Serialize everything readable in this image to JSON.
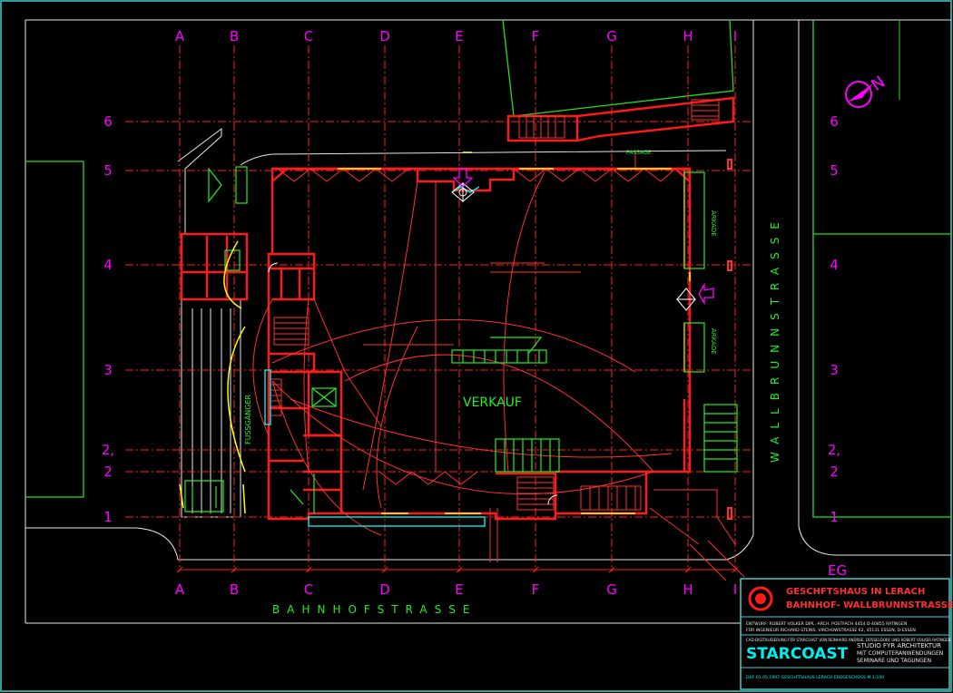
{
  "grid": {
    "columns": [
      "A",
      "B",
      "C",
      "D",
      "E",
      "F",
      "G",
      "H",
      "I"
    ],
    "rows": [
      "6",
      "5",
      "4",
      "3",
      "2,",
      "2",
      "1"
    ]
  },
  "streets": {
    "bottom": "BAHNHOFSTRASSE",
    "right": "WALLBRUNNSTRASSE"
  },
  "labels": {
    "sales_area": "VERKAUF",
    "passage": "PASSAGE",
    "arcade_top": "ARKADE",
    "arcade_bottom": "ARKADE",
    "pedestrian": "FUSSGÄNGER",
    "floor": "EG"
  },
  "title_block": {
    "title_line1": "GESCHFTSHAUS IN LERACH",
    "title_line2": "BAHNHOF- WALLBRUNNSTRASSE",
    "designer_line1": "ENTWURF: ROBERT VOLKER DIPL.-ARCH. POSTFACH 4454 D-40855 RATINGEN",
    "designer_line2": "FÜR INGENIEUR RICHARD STEINS, VIRCHOWSTRASSE 62, 45131 ESSEN, D-ESSEN",
    "cad_line": "CAD-DIGITALISIERUNG FÜR STARCOAST VON REINHARD ANDREE, DÜSSELDORF UND ROBERT VOLKER RATINGEN",
    "brand": "STARCOAST",
    "brand_sub1": "STUDIO FYR ARCHITEKTUR",
    "brand_sub2": "MIT COMPUTERANWENDUNGEN",
    "brand_sub3": "SEMINARE UND TAGUNGEN",
    "footer": "DXF 01.05.1997 GESCHFTSHAUS LERACH ERDGESCHOSS M 1:100"
  },
  "colors": {
    "grid_line": "#ff2020",
    "grid_label": "#ff00ff",
    "wall": "#ff1a1a",
    "green": "#00ff00",
    "yellow": "#ffff00",
    "cyan": "#00ffff",
    "frame": "#3fd0d0",
    "white": "#ffffff"
  }
}
